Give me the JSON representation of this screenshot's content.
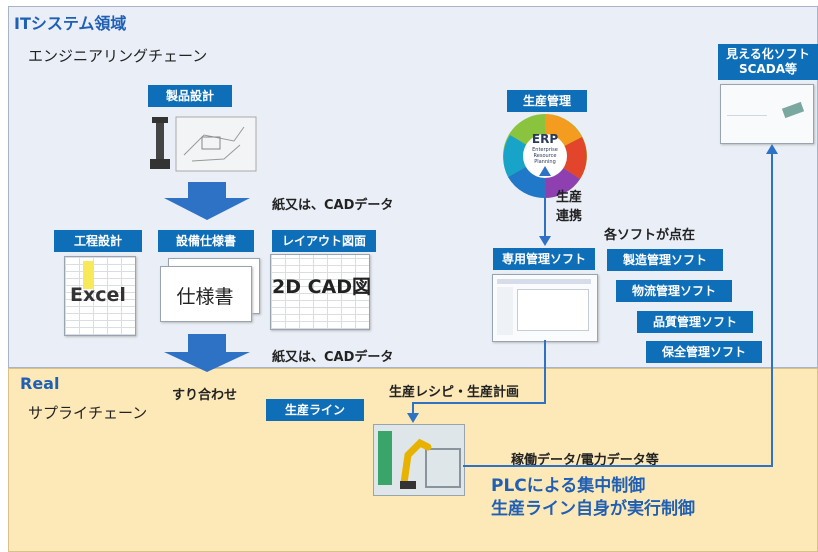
{
  "zones": {
    "it_title": "ITシステム領域",
    "it_subtitle": "エンジニアリングチェーン",
    "real_title": "Real",
    "real_subtitle": "サプライチェーン"
  },
  "engineering": {
    "product_design": "製品設計",
    "handoff_note_1": "紙又は、CADデータ",
    "process_design": "工程設計",
    "excel_label": "Excel",
    "equipment_spec": "設備仕様書",
    "spec_doc_label": "仕様書",
    "layout_drawing": "レイアウト図面",
    "cad_label": "2D CAD図",
    "handoff_note_2": "紙又は、CADデータ",
    "alignment_note": "すり合わせ"
  },
  "it_systems": {
    "production_mgmt": "生産管理",
    "erp_title": "ERP",
    "erp_subtitle_1": "Enterprise",
    "erp_subtitle_2": "Resource",
    "erp_subtitle_3": "Planning",
    "link_note_1": "生産",
    "link_note_2": "連携",
    "scattered_note": "各ソフトが点在",
    "dedicated_software": "専用管理ソフト",
    "manufacturing_sw": "製造管理ソフト",
    "logistics_sw": "物流管理ソフト",
    "quality_sw": "品質管理ソフト",
    "maintenance_sw": "保全管理ソフト",
    "scada_line1": "見える化ソフト",
    "scada_line2": "SCADA等"
  },
  "shop_floor": {
    "recipe_note": "生産レシピ・生産計画",
    "production_line": "生産ライン",
    "operating_data_note": "稼働データ/電力データ等",
    "plc_line1": "PLCによる集中制御",
    "plc_line2": "生産ライン自身が実行制御"
  },
  "colors": {
    "accent_blue": "#0e6fb8",
    "arrow_blue": "#2d72c4",
    "it_zone": "#e9eef7",
    "real_zone": "#fde9b8"
  }
}
